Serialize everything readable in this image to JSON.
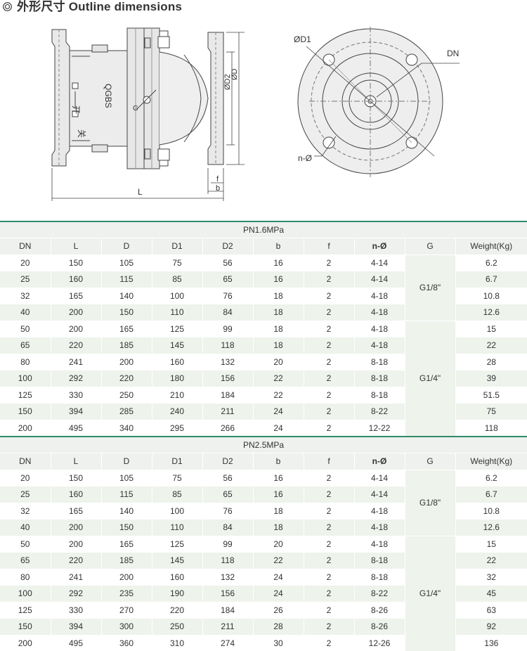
{
  "header": {
    "symbol": "◎",
    "title": "外形尺寸 Outline dimensions"
  },
  "drawing": {
    "labels": {
      "D1": "ØD1",
      "DN": "DN",
      "nphi": "n-Ø",
      "D2": "ØD2",
      "D": "ØD",
      "G": "G",
      "L": "L",
      "f": "f",
      "b": "b",
      "model": "QGBS",
      "open": "开",
      "close": "关"
    }
  },
  "columns": [
    "DN",
    "L",
    "D",
    "D1",
    "D2",
    "b",
    "f",
    "n-Ø",
    "G",
    "Weight(Kg)"
  ],
  "tables": [
    {
      "pressure": "PN1.6MPa",
      "rows": [
        [
          "20",
          "150",
          "105",
          "75",
          "56",
          "16",
          "2",
          "4-14",
          "6.2"
        ],
        [
          "25",
          "160",
          "115",
          "85",
          "65",
          "16",
          "2",
          "4-14",
          "6.7"
        ],
        [
          "32",
          "165",
          "140",
          "100",
          "76",
          "18",
          "2",
          "4-18",
          "10.8"
        ],
        [
          "40",
          "200",
          "150",
          "110",
          "84",
          "18",
          "2",
          "4-18",
          "12.6"
        ],
        [
          "50",
          "200",
          "165",
          "125",
          "99",
          "18",
          "2",
          "4-18",
          "15"
        ],
        [
          "65",
          "220",
          "185",
          "145",
          "118",
          "18",
          "2",
          "4-18",
          "22"
        ],
        [
          "80",
          "241",
          "200",
          "160",
          "132",
          "20",
          "2",
          "8-18",
          "28"
        ],
        [
          "100",
          "292",
          "220",
          "180",
          "156",
          "22",
          "2",
          "8-18",
          "39"
        ],
        [
          "125",
          "330",
          "250",
          "210",
          "184",
          "22",
          "2",
          "8-18",
          "51.5"
        ],
        [
          "150",
          "394",
          "285",
          "240",
          "211",
          "24",
          "2",
          "8-22",
          "75"
        ],
        [
          "200",
          "495",
          "340",
          "295",
          "266",
          "24",
          "2",
          "12-22",
          "118"
        ]
      ],
      "g_groups": [
        {
          "label": "G1/8\"",
          "rows": 4
        },
        {
          "label": "G1/4\"",
          "rows": 7
        }
      ]
    },
    {
      "pressure": "PN2.5MPa",
      "rows": [
        [
          "20",
          "150",
          "105",
          "75",
          "56",
          "16",
          "2",
          "4-14",
          "6.2"
        ],
        [
          "25",
          "160",
          "115",
          "85",
          "65",
          "16",
          "2",
          "4-14",
          "6.7"
        ],
        [
          "32",
          "165",
          "140",
          "100",
          "76",
          "18",
          "2",
          "4-18",
          "10.8"
        ],
        [
          "40",
          "200",
          "150",
          "110",
          "84",
          "18",
          "2",
          "4-18",
          "12.6"
        ],
        [
          "50",
          "200",
          "165",
          "125",
          "99",
          "20",
          "2",
          "4-18",
          "15"
        ],
        [
          "65",
          "220",
          "185",
          "145",
          "118",
          "22",
          "2",
          "8-18",
          "22"
        ],
        [
          "80",
          "241",
          "200",
          "160",
          "132",
          "24",
          "2",
          "8-18",
          "32"
        ],
        [
          "100",
          "292",
          "235",
          "190",
          "156",
          "24",
          "2",
          "8-22",
          "45"
        ],
        [
          "125",
          "330",
          "270",
          "220",
          "184",
          "26",
          "2",
          "8-26",
          "63"
        ],
        [
          "150",
          "394",
          "300",
          "250",
          "211",
          "28",
          "2",
          "8-26",
          "92"
        ],
        [
          "200",
          "495",
          "360",
          "310",
          "274",
          "30",
          "2",
          "12-26",
          "136"
        ]
      ],
      "g_groups": [
        {
          "label": "G1/8\"",
          "rows": 4
        },
        {
          "label": "G1/4\"",
          "rows": 7
        }
      ]
    }
  ]
}
